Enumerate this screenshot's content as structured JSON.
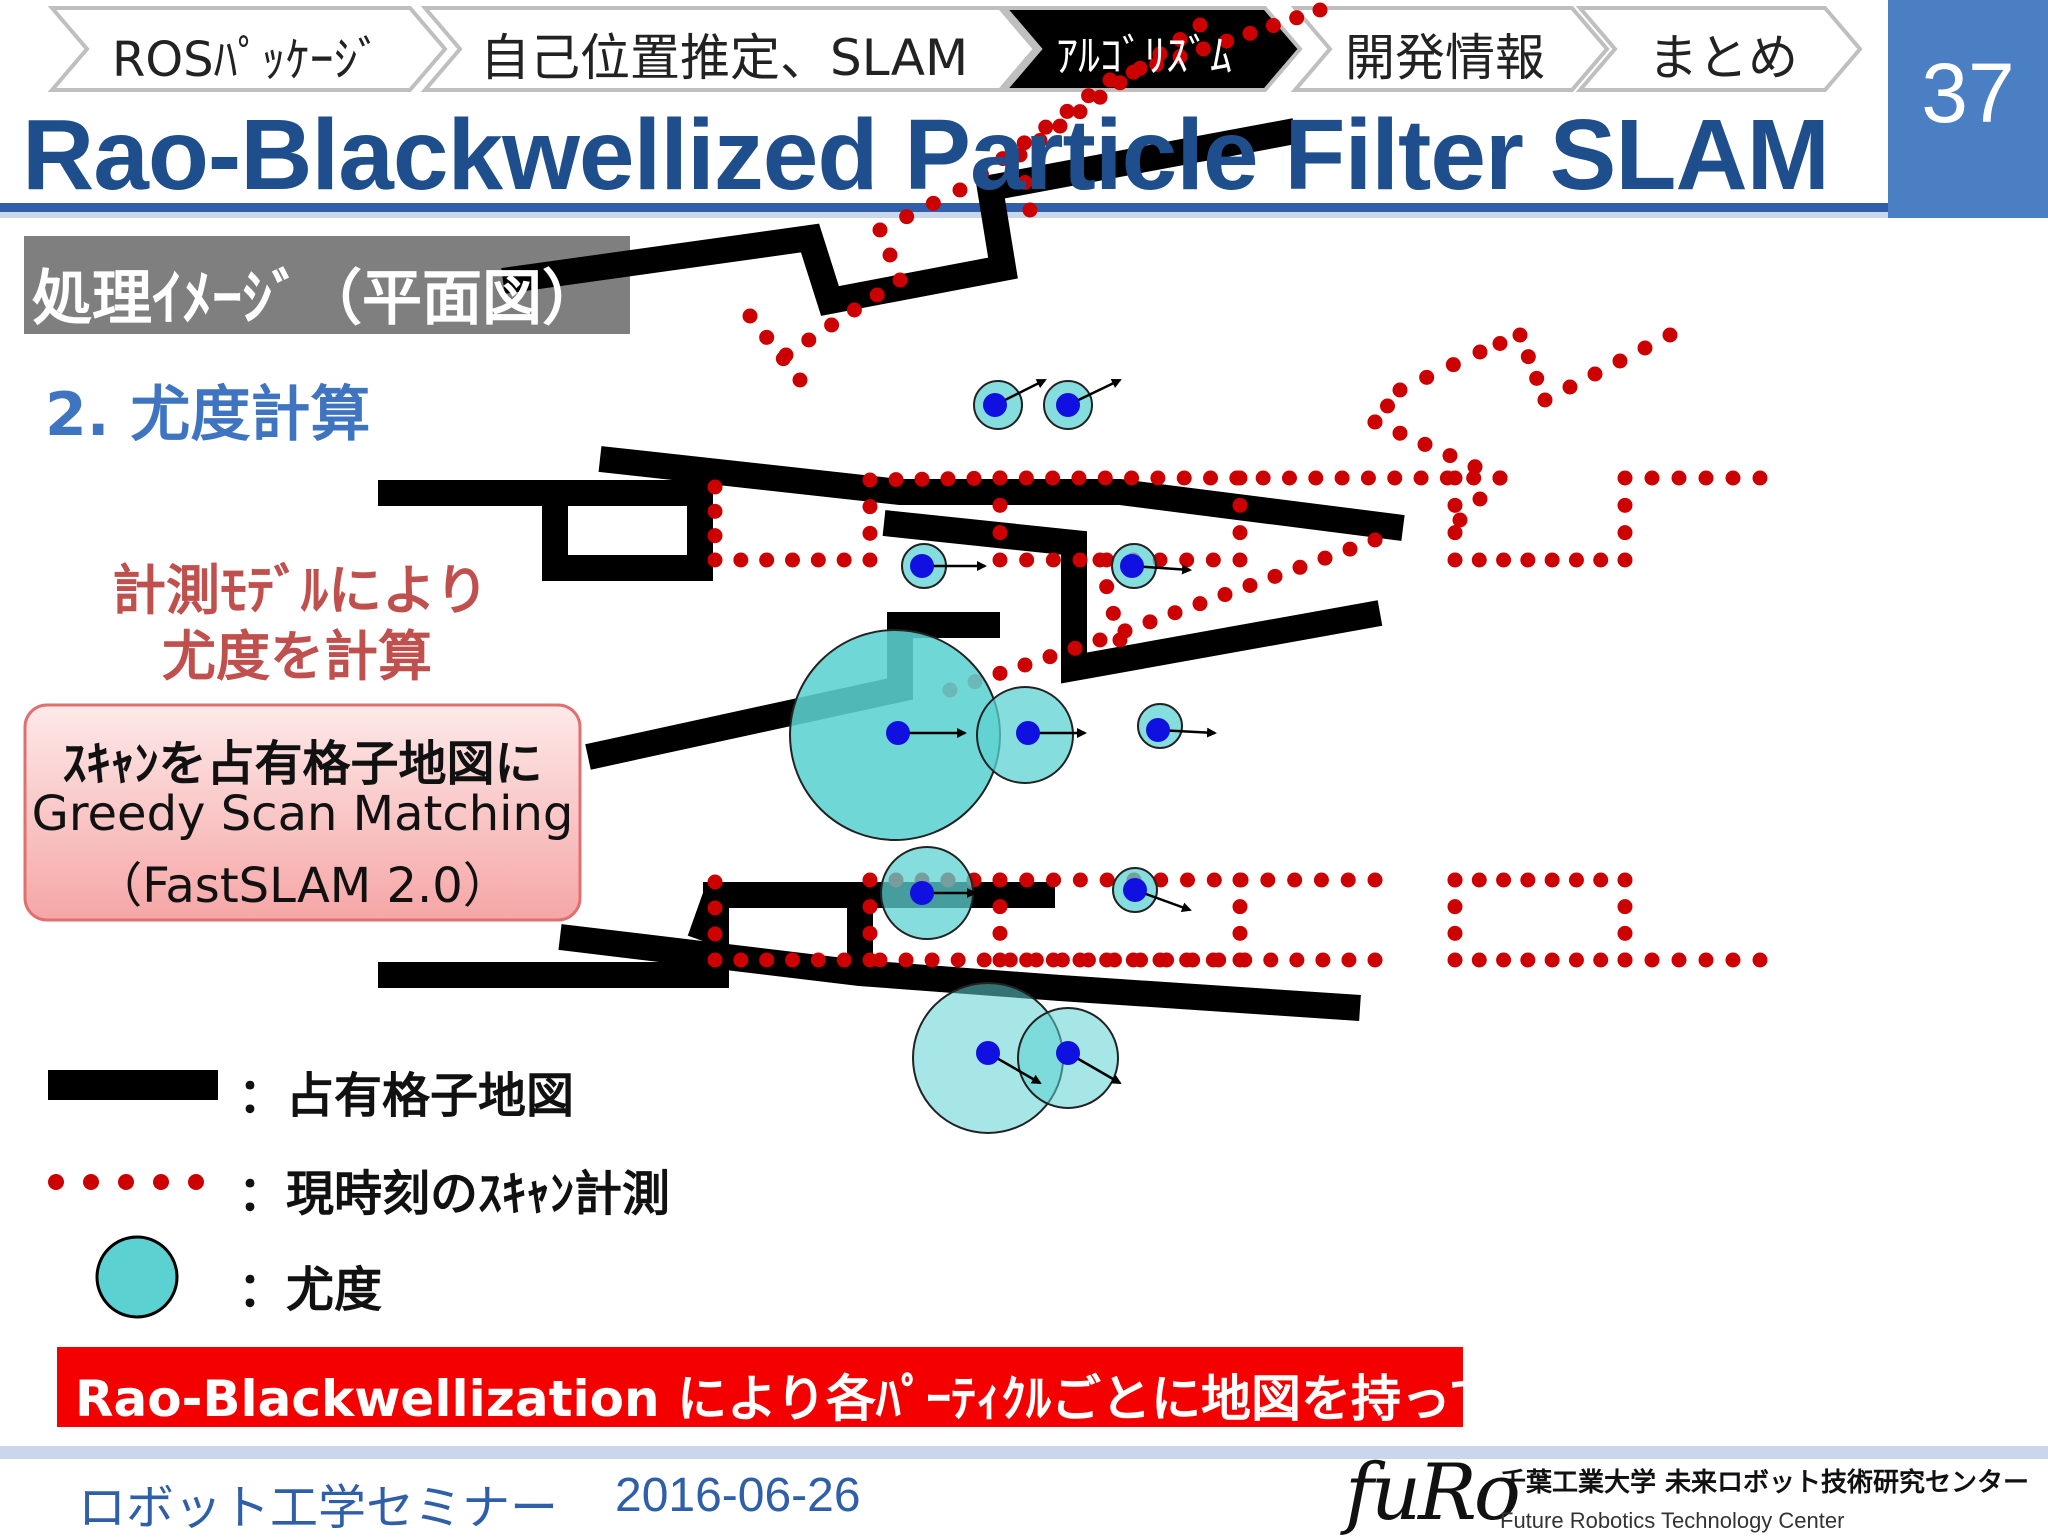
{
  "breadcrumb": {
    "items": [
      {
        "label": "ROSﾊﾟｯｹｰｼﾞ",
        "active": false
      },
      {
        "label": "自己位置推定、SLAM",
        "active": false
      },
      {
        "label": "ｱﾙｺﾞﾘｽﾞﾑ",
        "active": true
      },
      {
        "label": "開発情報",
        "active": false
      },
      {
        "label": "まとめ",
        "active": false
      }
    ]
  },
  "page_number": "37",
  "title": "Rao-Blackwellized Particle Filter SLAM",
  "section_label": "処理ｲﾒｰｼﾞ（平面図）",
  "step_label": "2. 尤度計算",
  "annotation": {
    "line1": "計測ﾓﾃﾞﾙにより",
    "line2": "尤度を計算"
  },
  "callout": {
    "line1": "ｽｷｬﾝを占有格子地図に",
    "line2": "Greedy Scan Matching",
    "line3": "（FastSLAM 2.0）"
  },
  "legend": {
    "map": "：占有格子地図",
    "scan": "：現時刻のｽｷｬﾝ計測",
    "likelihood": "：尤度"
  },
  "banner": "Rao-Blackwellization により各ﾊﾟｰﾃｨｸﾙごとに地図を持っている",
  "footer": {
    "seminar": "ロボット工学セミナー",
    "date": "2016-06-26",
    "logo_text": "fuRo",
    "org_jp": "千葉工業大学 未来ロボット技術研究センター",
    "org_en": "Future Robotics Technology Center"
  },
  "colors": {
    "title_blue": "#1f4e8c",
    "accent_blue": "#4a7fc4",
    "scan_red": "#cc0000",
    "likelihood_fill": "#5cd1d1",
    "particle_blue": "#1010e0",
    "banner_red": "#f40000",
    "annotation_red": "#c0504d"
  }
}
